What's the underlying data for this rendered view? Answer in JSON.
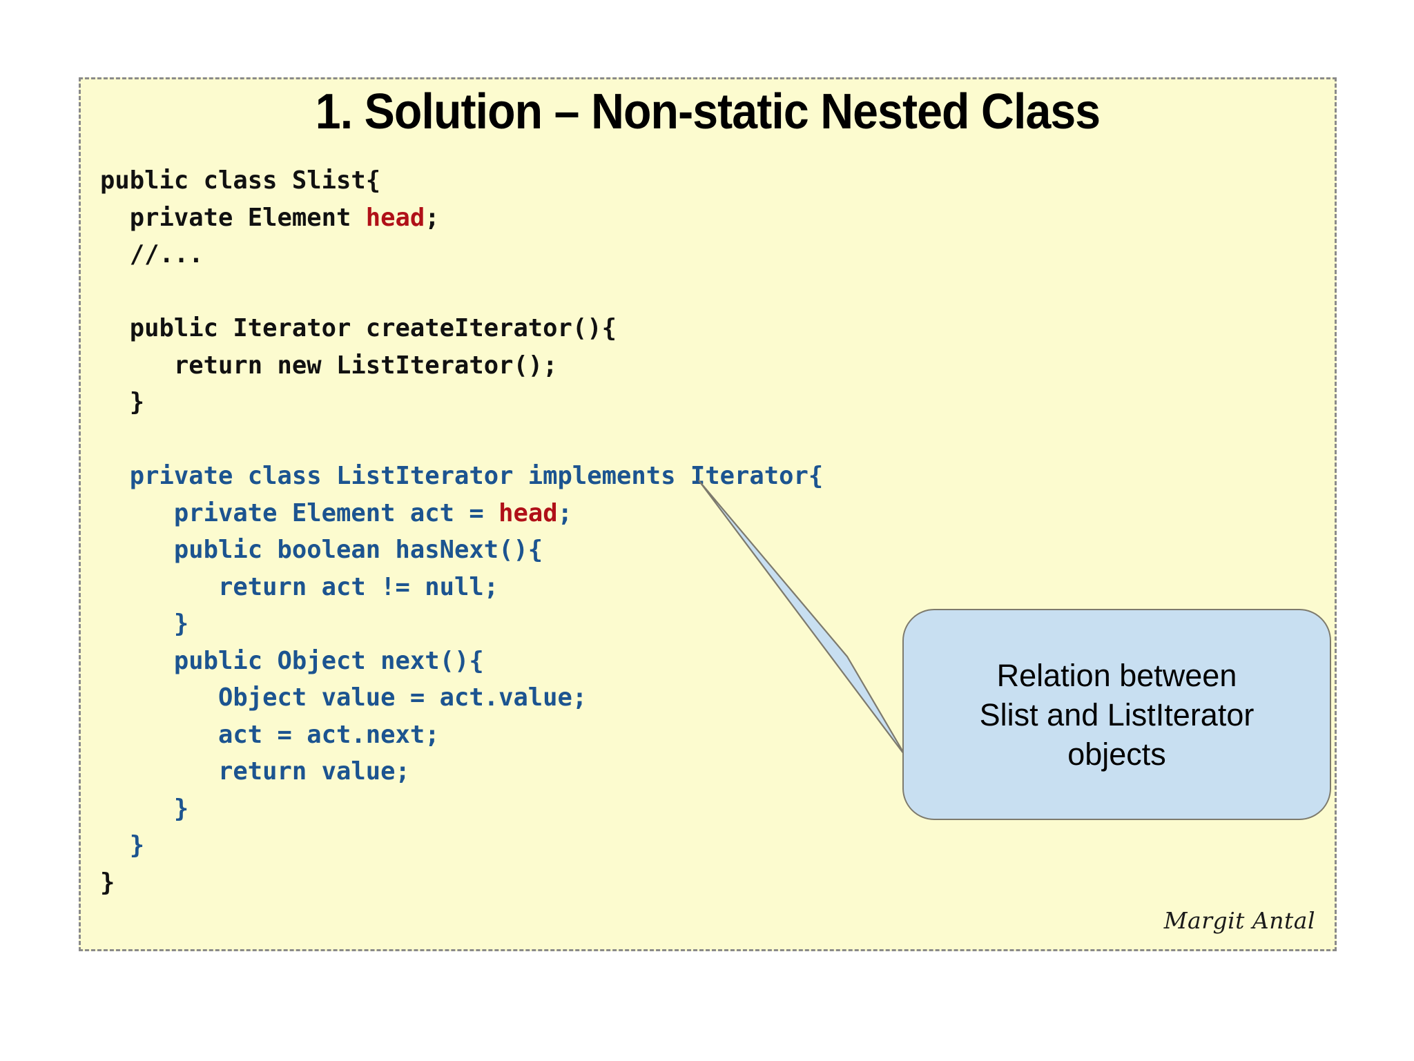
{
  "slide": {
    "title": "1. Solution – Non-static Nested Class",
    "background_color": "#fcfbcf",
    "border_color": "#8a8a8a",
    "signature": "Margit Antal"
  },
  "code": {
    "language": "java",
    "colors": {
      "default": "#111111",
      "nested_class": "#1c5490",
      "highlight": "#b01018"
    },
    "lines": [
      {
        "id": 0,
        "text": "public class Slist{",
        "color": "black",
        "parts": [
          {
            "t": "public class Slist{",
            "c": "black"
          }
        ]
      },
      {
        "id": 1,
        "text": "  private Element head;",
        "color": "black",
        "parts": [
          {
            "t": "  private Element ",
            "c": "black"
          },
          {
            "t": "head",
            "c": "red"
          },
          {
            "t": ";",
            "c": "black"
          }
        ]
      },
      {
        "id": 2,
        "text": "  //...",
        "color": "black",
        "parts": [
          {
            "t": "  //...",
            "c": "black"
          }
        ]
      },
      {
        "id": 3,
        "text": "",
        "color": "black",
        "parts": []
      },
      {
        "id": 4,
        "text": "  public Iterator createIterator(){",
        "color": "black",
        "parts": [
          {
            "t": "  public Iterator createIterator(){",
            "c": "black"
          }
        ]
      },
      {
        "id": 5,
        "text": "     return new ListIterator();",
        "color": "black",
        "parts": [
          {
            "t": "     return new ListIterator();",
            "c": "black"
          }
        ]
      },
      {
        "id": 6,
        "text": "  }",
        "color": "black",
        "parts": [
          {
            "t": "  }",
            "c": "black"
          }
        ]
      },
      {
        "id": 7,
        "text": "",
        "color": "black",
        "parts": []
      },
      {
        "id": 8,
        "text": "  private class ListIterator implements Iterator{",
        "color": "blue",
        "parts": [
          {
            "t": "  private class ListIterator implements Iterator{",
            "c": "blue"
          }
        ]
      },
      {
        "id": 9,
        "text": "     private Element act = head;",
        "color": "blue",
        "parts": [
          {
            "t": "     private Element act = ",
            "c": "blue"
          },
          {
            "t": "head",
            "c": "red"
          },
          {
            "t": ";",
            "c": "blue"
          }
        ]
      },
      {
        "id": 10,
        "text": "     public boolean hasNext(){",
        "color": "blue",
        "parts": [
          {
            "t": "     public boolean hasNext(){",
            "c": "blue"
          }
        ]
      },
      {
        "id": 11,
        "text": "        return act != null;",
        "color": "blue",
        "parts": [
          {
            "t": "        return act != null;",
            "c": "blue"
          }
        ]
      },
      {
        "id": 12,
        "text": "     }",
        "color": "blue",
        "parts": [
          {
            "t": "     }",
            "c": "blue"
          }
        ]
      },
      {
        "id": 13,
        "text": "     public Object next(){",
        "color": "blue",
        "parts": [
          {
            "t": "     public Object next(){",
            "c": "blue"
          }
        ]
      },
      {
        "id": 14,
        "text": "        Object value = act.value;",
        "color": "blue",
        "parts": [
          {
            "t": "        Object value = act.value;",
            "c": "blue"
          }
        ]
      },
      {
        "id": 15,
        "text": "        act = act.next;",
        "color": "blue",
        "parts": [
          {
            "t": "        act = act.next;",
            "c": "blue"
          }
        ]
      },
      {
        "id": 16,
        "text": "        return value;",
        "color": "blue",
        "parts": [
          {
            "t": "        return value;",
            "c": "blue"
          }
        ]
      },
      {
        "id": 17,
        "text": "     }",
        "color": "blue",
        "parts": [
          {
            "t": "     }",
            "c": "blue"
          }
        ]
      },
      {
        "id": 18,
        "text": "  }",
        "color": "blue",
        "parts": [
          {
            "t": "  }",
            "c": "blue"
          }
        ]
      },
      {
        "id": 19,
        "text": "}",
        "color": "black",
        "parts": [
          {
            "t": "}",
            "c": "black"
          }
        ]
      }
    ]
  },
  "callout": {
    "text": "Relation between\nSlist and ListIterator\nobjects",
    "fill_color": "#c8dff1",
    "border_color": "#7d7a6d",
    "points_to": "private Element act = head;"
  }
}
